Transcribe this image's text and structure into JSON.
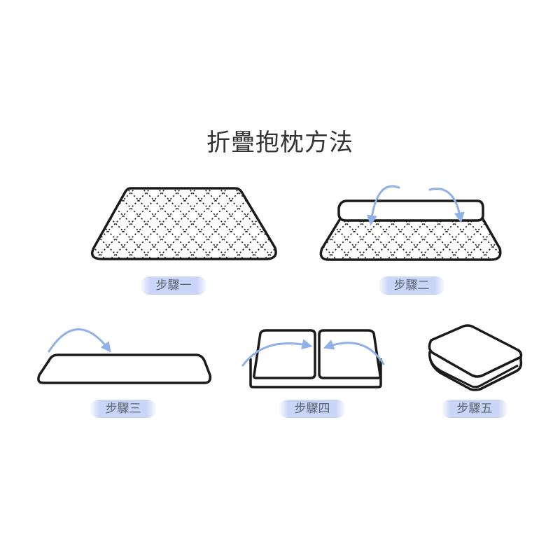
{
  "title": "折疊抱枕方法",
  "steps": [
    {
      "label": "步驟一"
    },
    {
      "label": "步驟二"
    },
    {
      "label": "步驟三"
    },
    {
      "label": "步驟四"
    },
    {
      "label": "步驟五"
    }
  ],
  "colors": {
    "stroke": "#1a1a1a",
    "arrow": "#8fb0e8",
    "badge": "#c9d4f7",
    "text": "#333333"
  }
}
